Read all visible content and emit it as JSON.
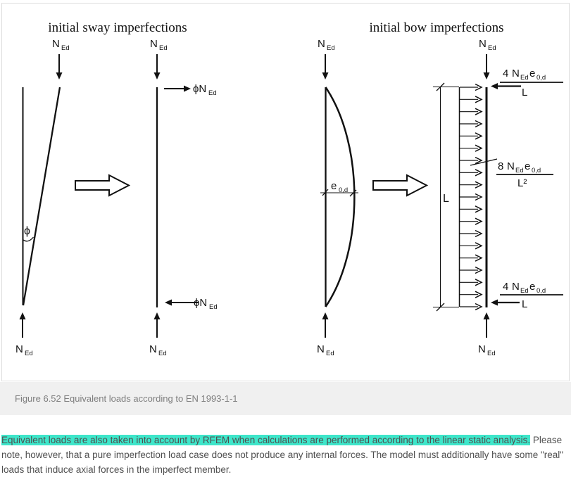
{
  "figure": {
    "caption": "Figure 6.52 Equivalent loads according to EN 1993-1-1",
    "diagrams": {
      "sway": {
        "title": "initial sway imperfections"
      },
      "bow": {
        "title": "initial bow imperfections"
      }
    },
    "labels": {
      "N": "N",
      "Ed": "Ed",
      "phi": "ϕ",
      "phiN": "ϕN",
      "e": "e",
      "e_sub": "0,d",
      "L": "L",
      "L_squared": "L²",
      "four": "4",
      "eight": "8"
    },
    "load_arrows": 19
  },
  "note": {
    "highlighted": "Equivalent loads are also taken into account by RFEM when calculations are performed according to the linear static analysis.",
    "rest": " Please note, however, that a pure imperfection load case does not produce any internal forces. The model must additionally have some \"real\" loads that induce axial forces in the imperfect member."
  },
  "colors": {
    "highlight_bg": "#3ee6ca",
    "caption_bg": "#f0f0f0",
    "caption_fg": "#7e7e7e",
    "body_fg": "#4f4f4f",
    "ink": "#111111",
    "border": "#dddddd"
  }
}
